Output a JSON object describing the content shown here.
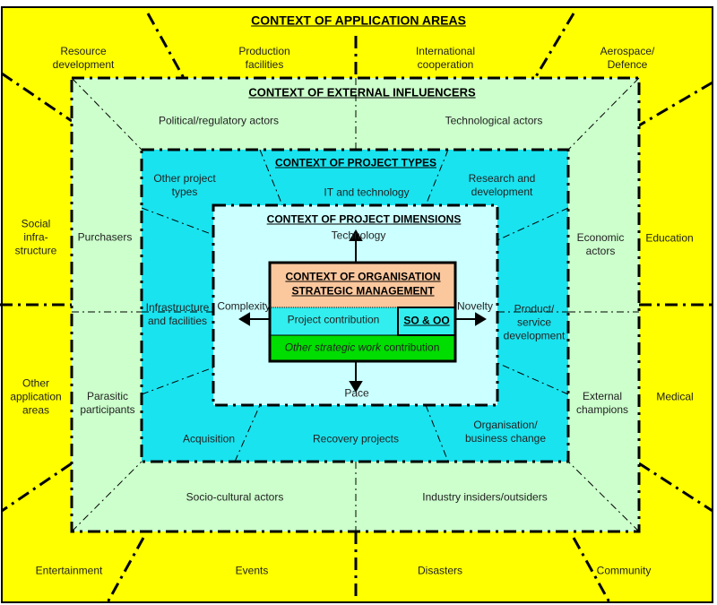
{
  "colors": {
    "application": "#ffff00",
    "external": "#ccffcc",
    "types": "#19e3ef",
    "dimensions": "#ccffff",
    "strategic": "#fbc79d",
    "project": "#33eeee",
    "other": "#00dd00"
  },
  "application": {
    "title": "CONTEXT OF APPLICATION AREAS",
    "areas": [
      "Resource development",
      "Production facilities",
      "International cooperation",
      "Aerospace/ Defence",
      "Social infra- structure",
      "Education",
      "Other application areas",
      "Medical",
      "Entertainment",
      "Events",
      "Disasters",
      "Community"
    ]
  },
  "external": {
    "title": "CONTEXT OF EXTERNAL INFLUENCERS",
    "actors": [
      "Political/regulatory actors",
      "Technological actors",
      "Purchasers",
      "Economic actors",
      "Parasitic participants",
      "External champions",
      "Socio-cultural actors",
      "Industry insiders/outsiders"
    ]
  },
  "types": {
    "title": "CONTEXT OF PROJECT TYPES",
    "items": [
      "Other project types",
      "IT and technology",
      "Research and development",
      "Infrastructure and facilities",
      "Product/ service development",
      "Acquisition",
      "Recovery projects",
      "Organisation/ business change"
    ]
  },
  "dimensions": {
    "title": "CONTEXT OF PROJECT DIMENSIONS",
    "axes": [
      "Technology",
      "Complexity",
      "Novelty",
      "Pace"
    ]
  },
  "core": {
    "title_line1": "CONTEXT OF ORGANISATION",
    "title_line2": "STRATEGIC MANAGEMENT",
    "project_contribution": "Project contribution",
    "so_oo": "SO & OO",
    "other_italic": "Other strategic work",
    "other_rest": " contribution"
  }
}
